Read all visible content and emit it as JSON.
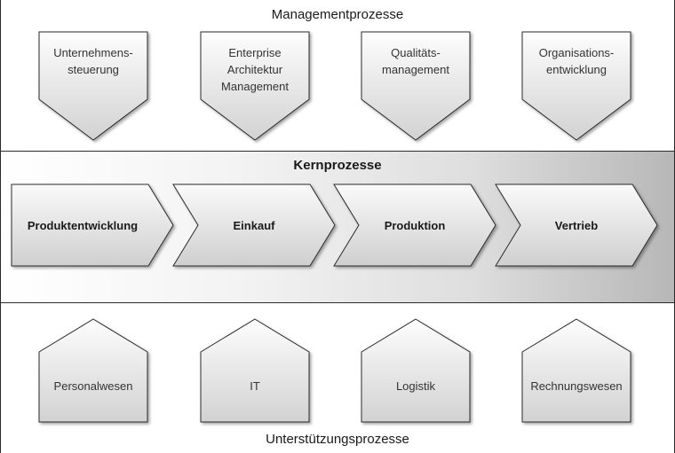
{
  "sections": {
    "management": {
      "title": "Managementprozesse",
      "items": [
        {
          "label": "Unternehmens-\nsteuerung"
        },
        {
          "label": "Enterprise\nArchitektur\nManagement"
        },
        {
          "label": "Qualitäts-\nmanagement"
        },
        {
          "label": "Organisations-\nentwicklung"
        }
      ]
    },
    "core": {
      "title": "Kernprozesse",
      "items": [
        {
          "label": "Produktentwicklung"
        },
        {
          "label": "Einkauf"
        },
        {
          "label": "Produktion"
        },
        {
          "label": "Vertrieb"
        }
      ]
    },
    "support": {
      "title": "Unterstützungsprozesse",
      "items": [
        {
          "label": "Personalwesen"
        },
        {
          "label": "IT"
        },
        {
          "label": "Logistik"
        },
        {
          "label": "Rechnungswesen"
        }
      ]
    }
  },
  "colors": {
    "shape_fill_light": "#ffffff",
    "shape_fill_dark": "#d4d4d4",
    "stroke": "#2b2b2b"
  }
}
